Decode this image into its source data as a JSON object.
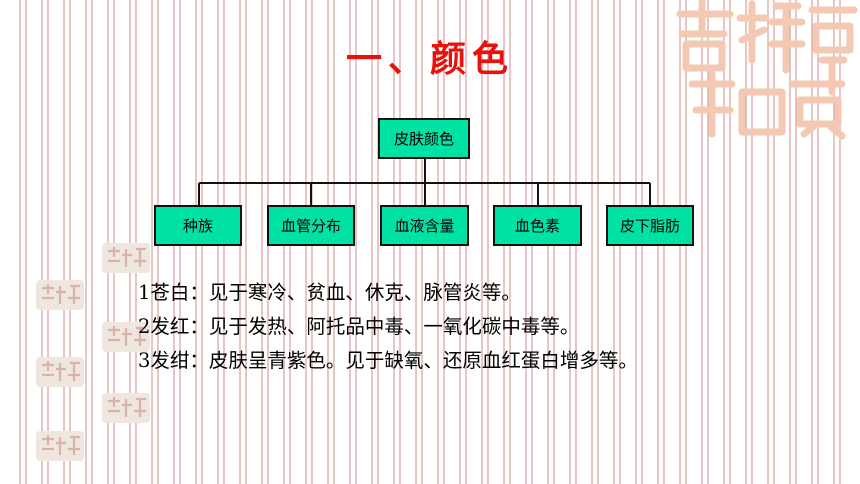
{
  "title": "一、颜色",
  "diagram": {
    "root": "皮肤颜色",
    "children": [
      "种族",
      "血管分布",
      "血液含量",
      "血色素",
      "皮下脂肪"
    ]
  },
  "body": {
    "lines": [
      "1苍白：见于寒冷、贫血、休克、脉管炎等。",
      "2发红：见于发热、阿托品中毒、一氧化碳中毒等。",
      "3发绀：皮肤呈青紫色。见于缺氧、还原血红蛋白增多等。"
    ]
  },
  "decor": {
    "seal_text": "吉祥如意",
    "accent_color": "#e8120c",
    "box_color": "#00e2a4",
    "line_color": "#d9a0a0"
  }
}
